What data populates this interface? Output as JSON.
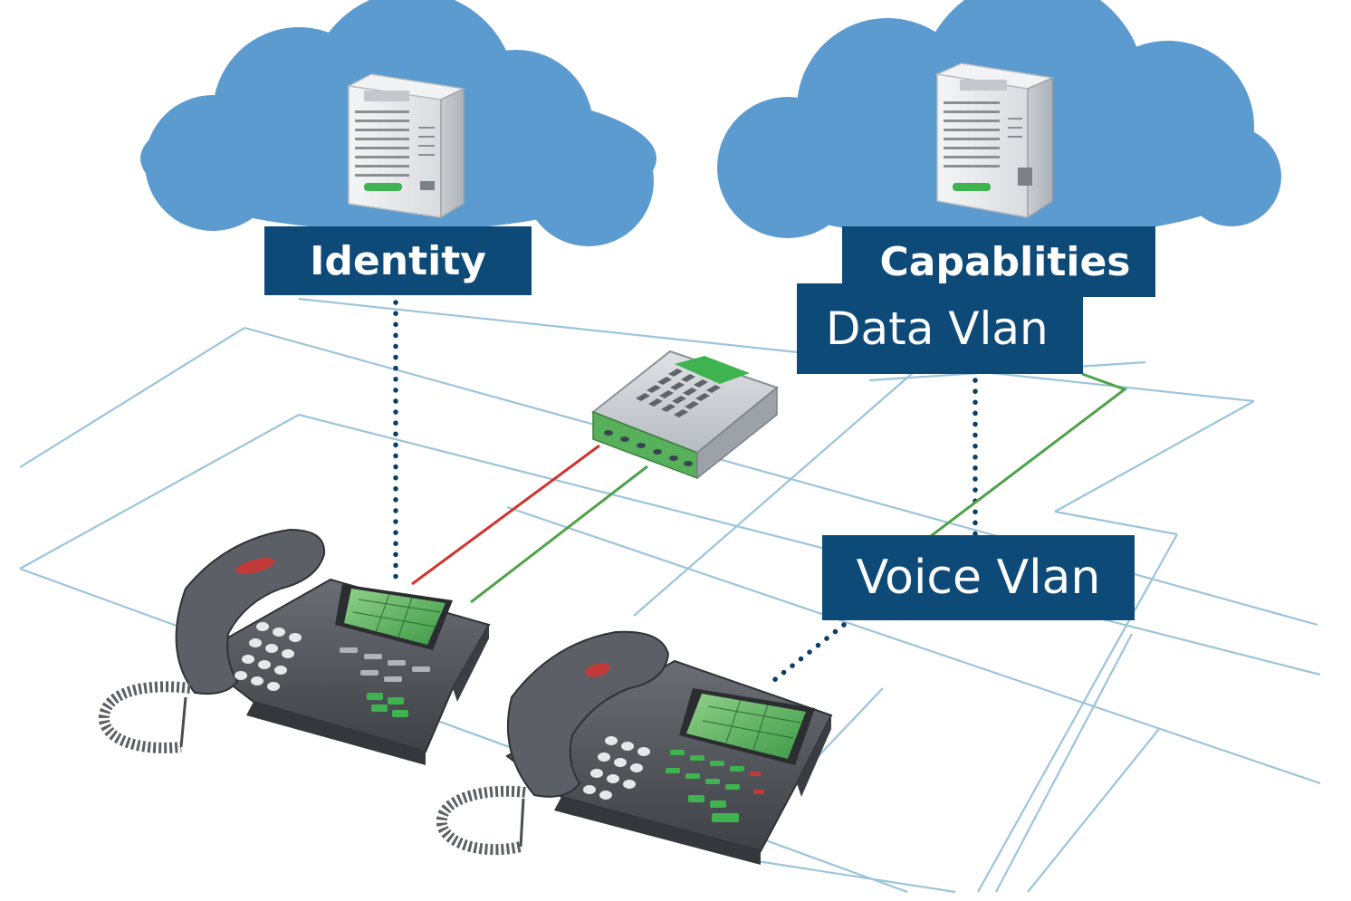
{
  "labels": {
    "identity": "Identity",
    "capabilities": "Capablities",
    "data_vlan": "Data Vlan",
    "voice_vlan": "Voice Vlan"
  },
  "colors": {
    "cloud": "#5b9bcf",
    "label_bg": "#0d4a78",
    "label_text": "#ffffff",
    "grid_line": "#9cc4da",
    "dotted_line": "#0d3f66",
    "red_cable": "#d0332e",
    "green_cable": "#4fa24a",
    "phone_body": "#55585e",
    "server_body": "#e4e6e8"
  },
  "icons": {
    "cloud_left": "cloud-icon",
    "cloud_right": "cloud-icon",
    "server_left": "server-icon",
    "server_right": "server-icon",
    "switch": "network-switch-icon",
    "phone_left": "desk-phone-icon",
    "phone_right": "desk-phone-icon"
  }
}
